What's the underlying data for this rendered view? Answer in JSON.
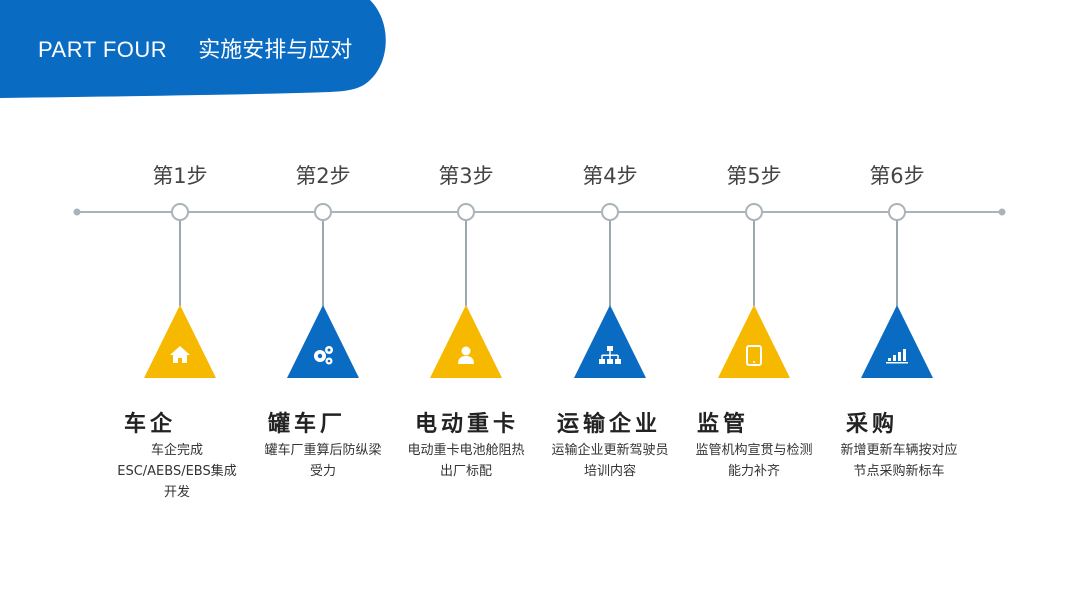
{
  "header": {
    "part": "PART FOUR",
    "title": "实施安排与应对"
  },
  "colors": {
    "blue": "#0a6bc3",
    "yellow": "#f6b900",
    "line": "#a9b3b8"
  },
  "steps": [
    {
      "label": "第1步",
      "heading": "车企",
      "desc": "车企完成ESC/AEBS/EBS集成开发",
      "color": "yellow",
      "icon": "home-icon"
    },
    {
      "label": "第2步",
      "heading": "罐车厂",
      "desc": "罐车厂重算后防纵梁受力",
      "color": "blue",
      "icon": "gears-icon"
    },
    {
      "label": "第3步",
      "heading": "电动重卡",
      "desc": "电动重卡电池舱阻热出厂标配",
      "color": "yellow",
      "icon": "user-icon"
    },
    {
      "label": "第4步",
      "heading": "运输企业",
      "desc": "运输企业更新驾驶员培训内容",
      "color": "blue",
      "icon": "org-chart-icon"
    },
    {
      "label": "第5步",
      "heading": "监管",
      "desc": "监管机构宣贯与检测能力补齐",
      "color": "yellow",
      "icon": "tablet-icon"
    },
    {
      "label": "第6步",
      "heading": "采购",
      "desc": "新增更新车辆按对应节点采购新标车",
      "color": "blue",
      "icon": "bar-signal-icon"
    }
  ]
}
